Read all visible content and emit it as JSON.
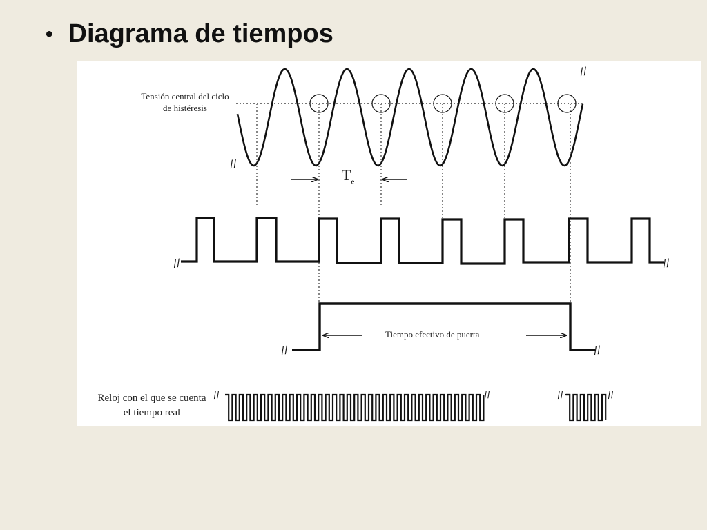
{
  "slide": {
    "bullet": "•",
    "title": "Diagrama de tiempos"
  },
  "diagram": {
    "label_tension_line1": "Tensión central del ciclo",
    "label_tension_line2": "de histéresis",
    "label_te_main": "T",
    "label_te_sub": "e",
    "label_gate": "Tiempo efectivo de puerta",
    "label_clock_line1": "Reloj con el que se cuenta",
    "label_clock_line2": "el tiempo real",
    "break_mark": "//"
  },
  "colors": {
    "background": "#efebe0",
    "panel": "#ffffff",
    "ink": "#111111"
  }
}
